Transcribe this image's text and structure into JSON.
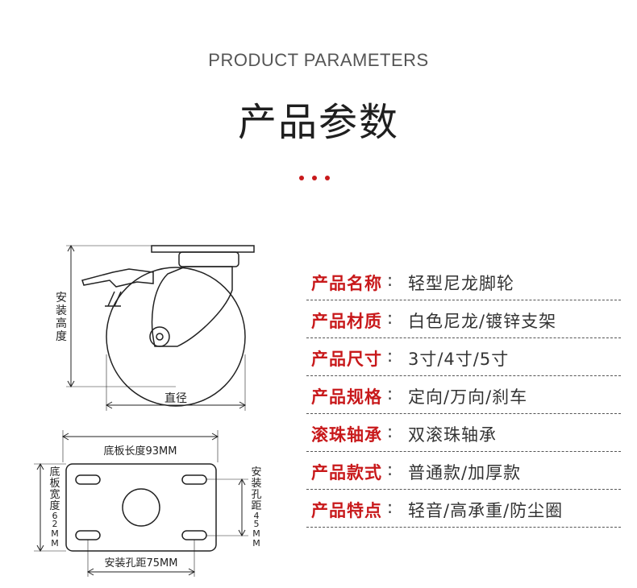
{
  "header": {
    "subtitle": "PRODUCT PARAMETERS",
    "title": "产品参数"
  },
  "diagram": {
    "height_label": [
      "安",
      "装",
      "高",
      "度"
    ],
    "diameter_label": "直径",
    "plate_length_label": "底板长度93MM",
    "plate_width_label": [
      "底",
      "板",
      "宽",
      "度",
      "6",
      "2",
      "M",
      "M"
    ],
    "hole_distance_vertical_label": [
      "安",
      "装",
      "孔",
      "距",
      "4",
      "5",
      "M",
      "M"
    ],
    "hole_distance_horizontal_label": "安装孔距75MM"
  },
  "parameters": [
    {
      "label": "产品名称",
      "value": "轻型尼龙脚轮"
    },
    {
      "label": "产品材质",
      "value": "白色尼龙/镀锌支架"
    },
    {
      "label": "产品尺寸",
      "value": "3寸/4寸/5寸"
    },
    {
      "label": "产品规格",
      "value": "定向/万向/刹车"
    },
    {
      "label": "滚珠轴承",
      "value": "双滚珠轴承"
    },
    {
      "label": "产品款式",
      "value": "普通款/加厚款"
    },
    {
      "label": "产品特点",
      "value": "轻音/高承重/防尘圈"
    }
  ],
  "colors": {
    "accent": "#c8191b",
    "text": "#333333"
  }
}
